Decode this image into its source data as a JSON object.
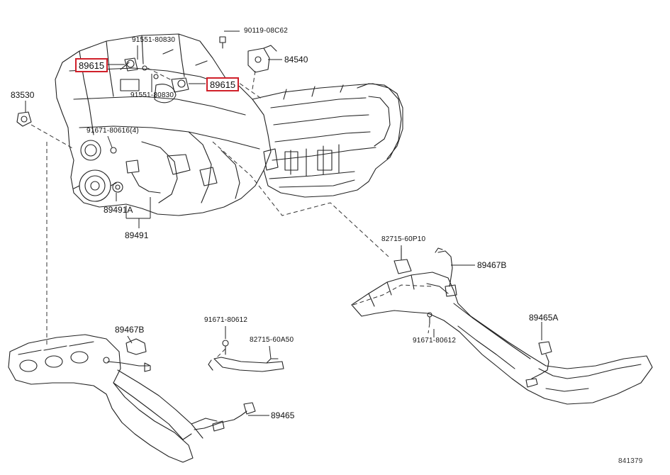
{
  "diagram": {
    "highlight_color": "#d0202a",
    "line_color": "#222222",
    "labels": {
      "p90119": "90119-08C62",
      "p84540": "84540",
      "p91551_top": "91551-80830",
      "p89615_left": "89615",
      "p91551_bottom": "91551-80830",
      "p89615_right": "89615",
      "p83530": "83530",
      "p91671_top": "91671-80616(4)",
      "p89491A": "89491A",
      "p89491": "89491",
      "p82715_60P10": "82715-60P10",
      "p89467B_right": "89467B",
      "p91671_right": "91671-80612",
      "p89465A": "89465A",
      "p89467B_left": "89467B",
      "p91671_mid": "91671-80612",
      "p82715_60A50": "82715-60A50",
      "p89465": "89465",
      "figure_no": "841379"
    }
  }
}
